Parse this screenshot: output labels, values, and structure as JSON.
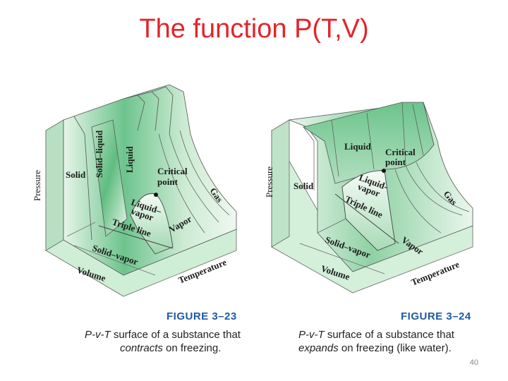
{
  "slide": {
    "title": "The function P(T,V)",
    "slide_number": "40"
  },
  "figure_left": {
    "labels": {
      "pressure": "Pressure",
      "solid": "Solid",
      "solid_liquid": "Solid–liquid",
      "liquid": "Liquid",
      "critical": "Critical",
      "point": "point",
      "gas": "Gas",
      "liquid_vapor_1": "Liquid–",
      "liquid_vapor_2": "vapor",
      "triple_line": "Triple line",
      "vapor": "Vapor",
      "solid_vapor": "Solid–vapor",
      "volume": "Volume",
      "temperature": "Temperature"
    },
    "caption_title": "FIGURE 3–23",
    "caption_line1_prefix": "P-v-T",
    "caption_line1_suffix": " surface of a substance that",
    "caption_line2_em": "contracts",
    "caption_line2_rest": " on freezing."
  },
  "figure_right": {
    "labels": {
      "pressure": "Pressure",
      "solid": "Solid",
      "liquid": "Liquid",
      "critical": "Critical",
      "point": "point",
      "gas": "Gas",
      "liquid_vapor_1": "Liquid-",
      "liquid_vapor_2": "vapor",
      "triple_line": "Triple line",
      "vapor": "Vapor",
      "solid_vapor": "Solid–vapor",
      "volume": "Volume",
      "temperature": "Temperature"
    },
    "caption_title": "FIGURE 3–24",
    "caption_line1_prefix": "P-v-T",
    "caption_line1_suffix": " surface of a substance that",
    "caption_line2_em": "expands",
    "caption_line2_rest": " on freezing (like water)."
  },
  "colors": {
    "title": "#e3242b",
    "caption_title": "#1d5aa8",
    "surface_light": "#dff3e2",
    "surface_dark": "#6cc48c"
  }
}
